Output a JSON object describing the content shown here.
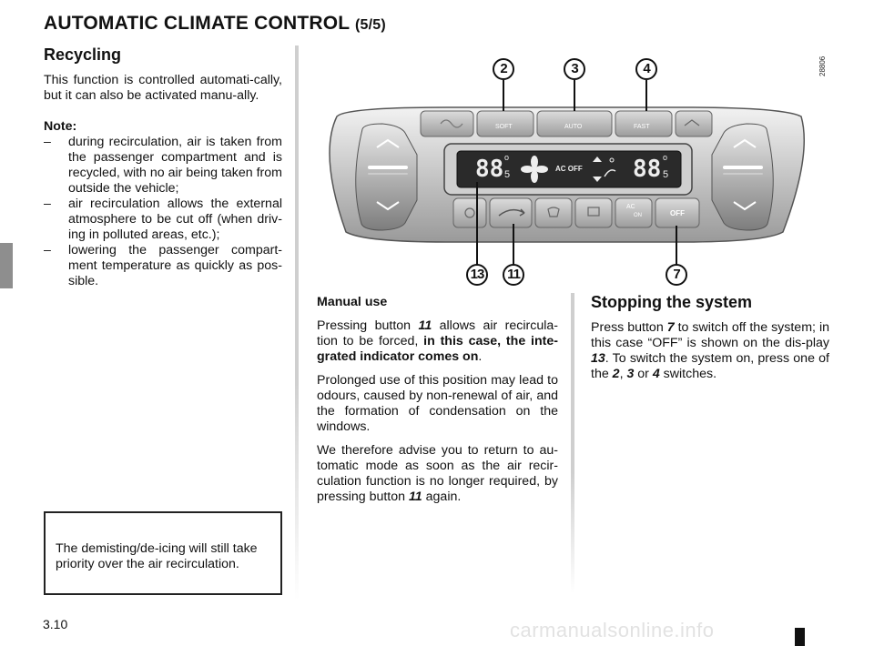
{
  "header": {
    "title": "AUTOMATIC CLIMATE CONTROL",
    "title_suffix": "(5/5)"
  },
  "left_column": {
    "heading": "Recycling",
    "intro": "This function is controlled automati-cally, but it can also be activated manu-ally.",
    "note_label": "Note:",
    "bullets": [
      "during recirculation, air is taken from the passenger compartment and is recycled, with no air being taken from outside the vehicle;",
      "air recirculation allows the external atmosphere to be cut off (when driv-ing in polluted areas, etc.);",
      "lowering the passenger compart-ment temperature as quickly as pos-sible."
    ],
    "bullet_dash": "–",
    "note_box": "The demisting/de-icing will still take priority over the air recirculation."
  },
  "figure": {
    "ref_code": "28806",
    "callouts_top": [
      "2",
      "3",
      "4"
    ],
    "callouts_bottom": [
      "13",
      "11",
      "7"
    ],
    "panel_labels": {
      "soft": "SOFT",
      "auto": "AUTO",
      "fast": "FAST",
      "ac_off": "AC OFF",
      "ac_on": "AC",
      "on": "ON",
      "off": "OFF"
    },
    "display": {
      "temp_left": "88",
      "temp_left_dec": "5",
      "temp_right": "88",
      "temp_right_dec": "5",
      "degree": "o"
    }
  },
  "middle_column": {
    "heading": "Manual use",
    "p1_a": "Pressing button ",
    "p1_num": "11",
    "p1_b": " allows air recircula-tion to be forced, ",
    "p1_bold": "in this case, the inte-grated indicator comes on",
    "p1_c": ".",
    "p2": "Prolonged use of this position may lead to odours, caused by non-renewal of air, and the formation of condensation on the windows.",
    "p3_a": "We therefore advise you to return to au-tomatic mode as soon as the air recir-culation function is no longer required, by pressing button ",
    "p3_num": "11",
    "p3_b": " again."
  },
  "right_column": {
    "heading": "Stopping the system",
    "p_a": "Press button ",
    "p_num7": "7",
    "p_b": " to switch off the system; in this case “OFF” is shown on the dis-play ",
    "p_num13": "13",
    "p_c": ". To switch the system on, press one of the ",
    "p_num2": "2",
    "p_d": ", ",
    "p_num3": "3",
    "p_e": " or ",
    "p_num4": "4",
    "p_f": " switches."
  },
  "footer": {
    "page_number": "3.10",
    "watermark": "carmanualsonline.info"
  }
}
